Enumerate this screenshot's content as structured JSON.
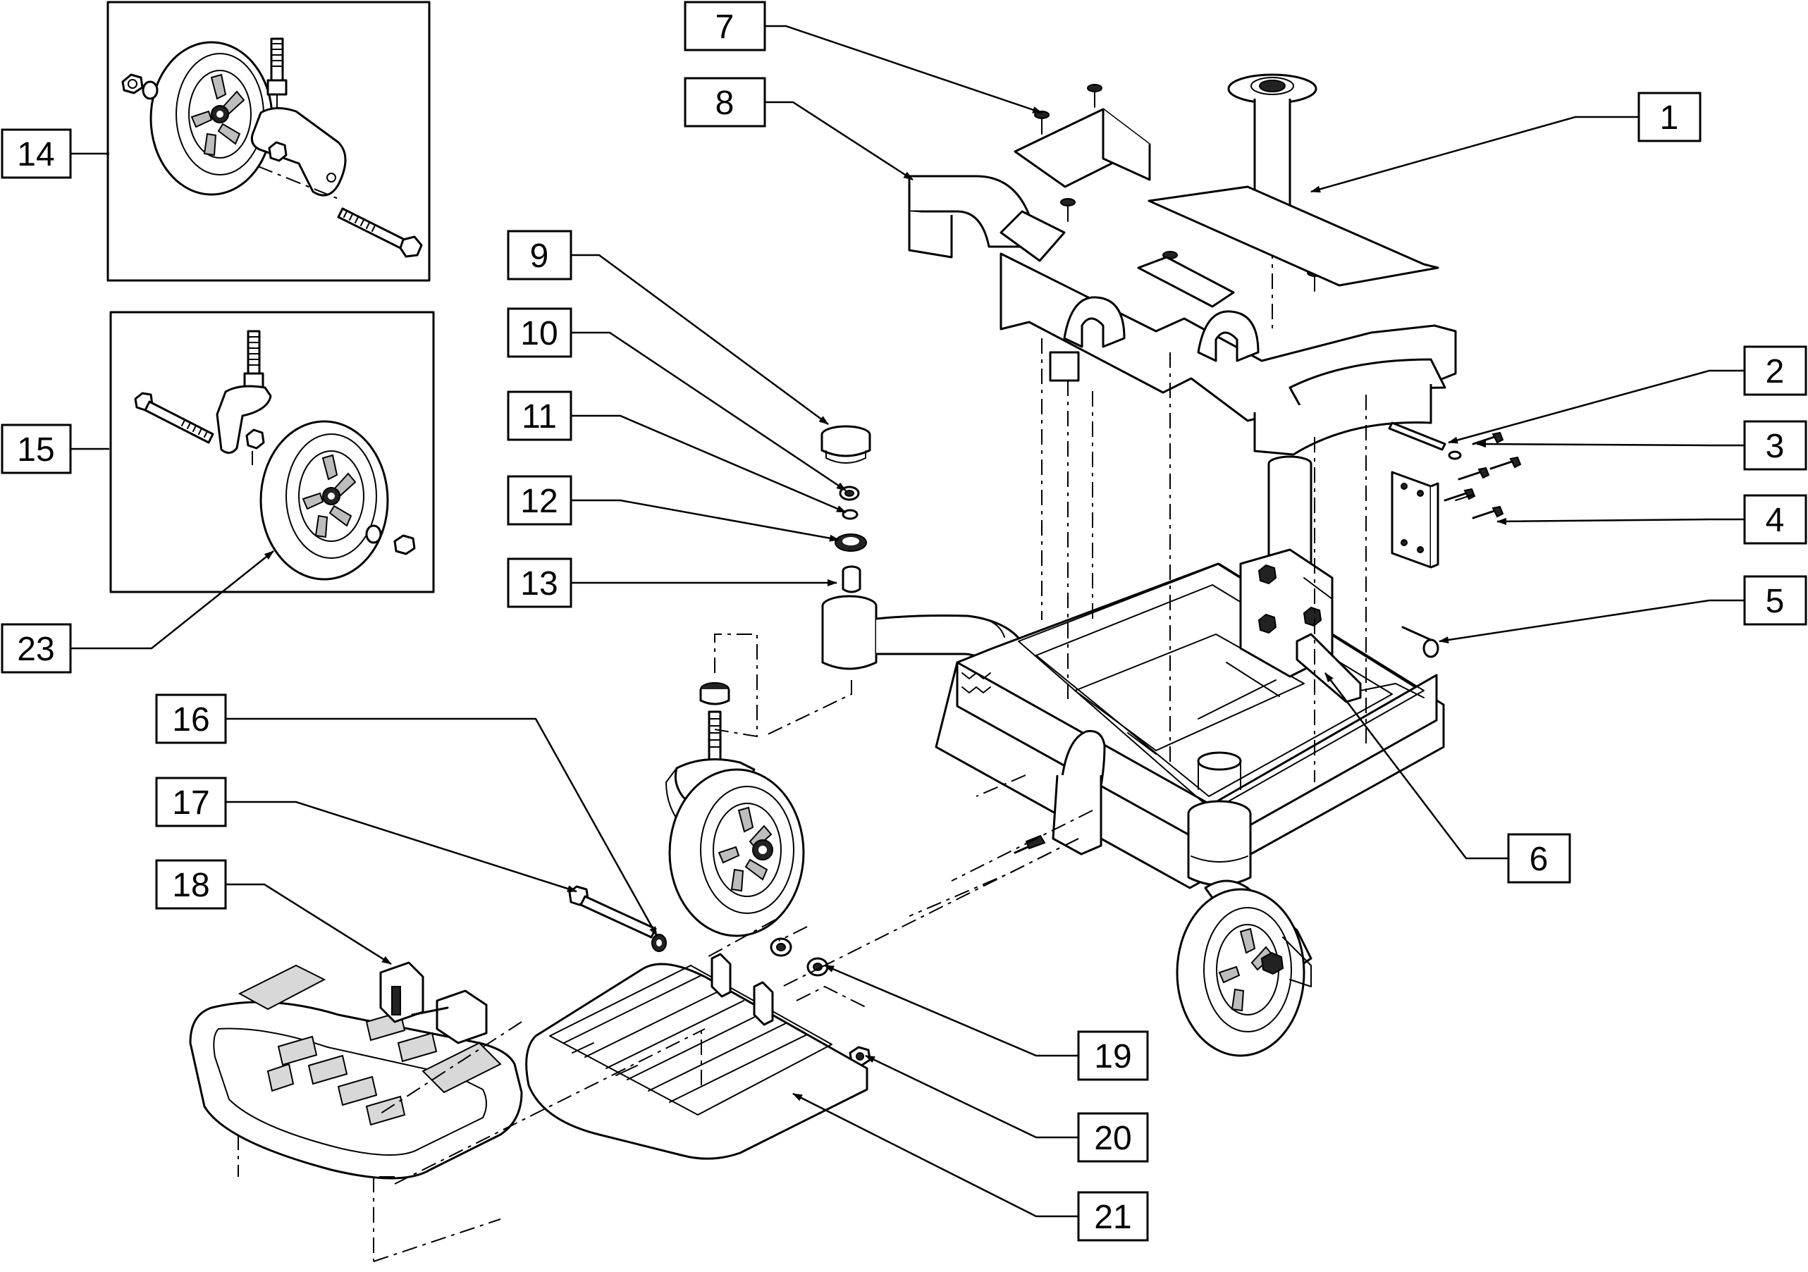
{
  "diagram": {
    "callouts": [
      {
        "id": "c1",
        "label": "1"
      },
      {
        "id": "c2",
        "label": "2"
      },
      {
        "id": "c3",
        "label": "3"
      },
      {
        "id": "c4",
        "label": "4"
      },
      {
        "id": "c5",
        "label": "5"
      },
      {
        "id": "c6",
        "label": "6"
      },
      {
        "id": "c7",
        "label": "7"
      },
      {
        "id": "c8",
        "label": "8"
      },
      {
        "id": "c9",
        "label": "9"
      },
      {
        "id": "c10",
        "label": "10"
      },
      {
        "id": "c11",
        "label": "11"
      },
      {
        "id": "c12",
        "label": "12"
      },
      {
        "id": "c13",
        "label": "13"
      },
      {
        "id": "c14",
        "label": "14"
      },
      {
        "id": "c15",
        "label": "15"
      },
      {
        "id": "c16",
        "label": "16"
      },
      {
        "id": "c17",
        "label": "17"
      },
      {
        "id": "c18",
        "label": "18"
      },
      {
        "id": "c19",
        "label": "19"
      },
      {
        "id": "c20",
        "label": "20"
      },
      {
        "id": "c21",
        "label": "21"
      },
      {
        "id": "c23",
        "label": "23"
      }
    ]
  }
}
